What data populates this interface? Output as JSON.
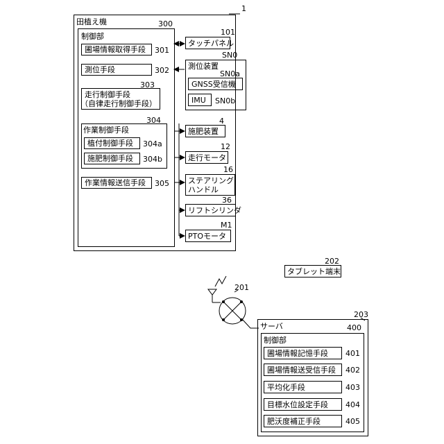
{
  "ref_1": "1",
  "machine": {
    "title": "田植え機",
    "controller": {
      "ref": "300",
      "title": "制御部",
      "units": [
        {
          "label": "圃場情報取得手段",
          "ref": "301"
        },
        {
          "label": "測位手段",
          "ref": "302"
        },
        {
          "label": "走行制御手段",
          "label2": "（自律走行制御手段）",
          "ref": "303"
        },
        {
          "label": "作業制御手段",
          "ref": "304",
          "sub": [
            {
              "label": "植付制御手段",
              "ref": "304a"
            },
            {
              "label": "施肥制御手段",
              "ref": "304b"
            }
          ]
        },
        {
          "label": "作業情報送信手段",
          "ref": "305"
        }
      ]
    },
    "devices": [
      {
        "label": "タッチパネル",
        "ref": "101"
      },
      {
        "label": "測位装置",
        "ref": "SN0",
        "sub": [
          {
            "label": "GNSS受信機",
            "ref": "SN0a"
          },
          {
            "label": "IMU",
            "ref": "SN0b"
          }
        ]
      },
      {
        "label": "施肥装置",
        "ref": "4"
      },
      {
        "label": "走行モータ",
        "ref": "12"
      },
      {
        "label": "ステアリング",
        "label2": "ハンドル",
        "ref": "16"
      },
      {
        "label": "リフトシリンダ",
        "ref": "36"
      },
      {
        "label": "PTOモータ",
        "ref": "M1"
      }
    ]
  },
  "tablet": {
    "label": "タブレット端末",
    "ref": "202"
  },
  "network": {
    "ref": "201"
  },
  "server": {
    "title": "サーバ",
    "ref": "203",
    "controller": {
      "title": "制御部",
      "ref": "400",
      "units": [
        {
          "label": "圃場情報記憶手段",
          "ref": "401"
        },
        {
          "label": "圃場情報送受信手段",
          "ref": "402"
        },
        {
          "label": "平均化手段",
          "ref": "403"
        },
        {
          "label": "目標水位設定手段",
          "ref": "404"
        },
        {
          "label": "肥沃度補正手段",
          "ref": "405"
        }
      ]
    }
  }
}
